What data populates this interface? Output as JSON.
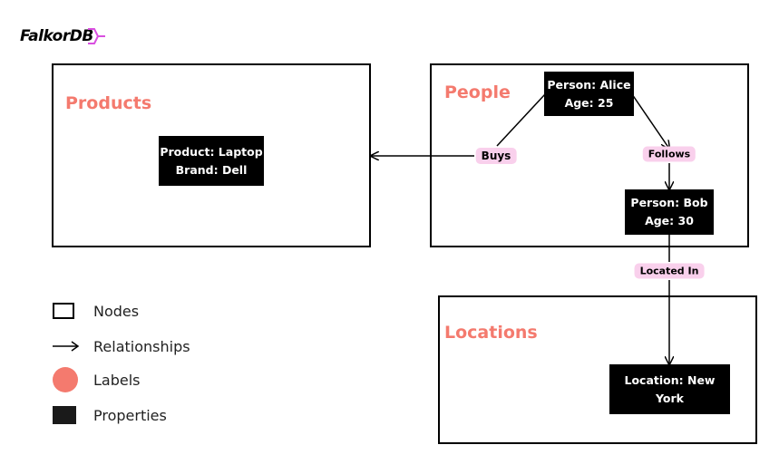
{
  "logo": {
    "text": "FalkorDB"
  },
  "groups": {
    "products": {
      "label": "Products"
    },
    "people": {
      "label": "People"
    },
    "locations": {
      "label": "Locations"
    }
  },
  "nodes": {
    "alice": {
      "line1": "Person: Alice",
      "line2": "Age: 25"
    },
    "bob": {
      "line1": "Person: Bob",
      "line2": "Age: 30"
    },
    "laptop": {
      "line1": "Product: Laptop",
      "line2": "Brand: Dell"
    },
    "newyork": {
      "line1": "Location: New York"
    }
  },
  "relationships": {
    "buys": "Buys",
    "follows": "Follows",
    "located_in": "Located In"
  },
  "legend": {
    "nodes": "Nodes",
    "relationships": "Relationships",
    "labels": "Labels",
    "properties": "Properties"
  },
  "colors": {
    "label": "#f47a6e",
    "relationship_badge": "#f9d0ec",
    "logo_accent": "#d94fe0",
    "property_fill": "#000000"
  }
}
